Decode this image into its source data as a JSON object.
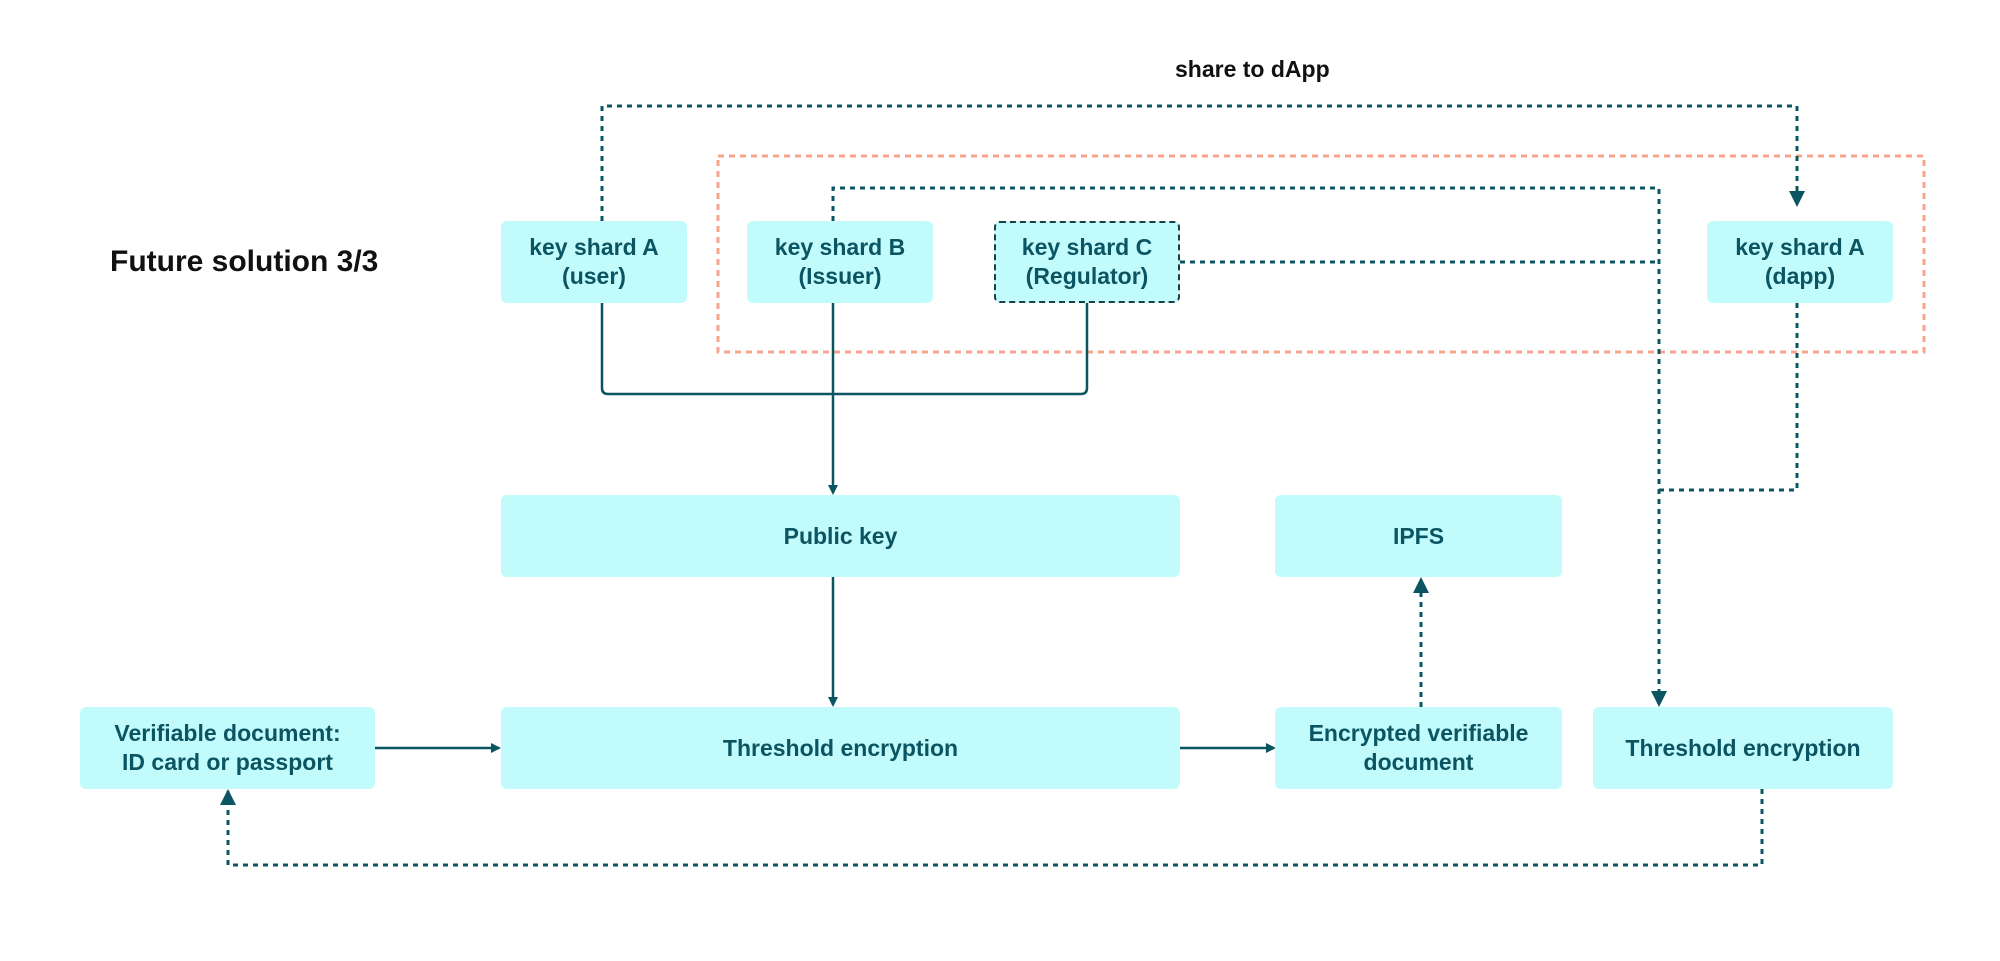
{
  "title": "Future solution 3/3",
  "edge_labels": {
    "share_to_dapp": "share to dApp"
  },
  "colors": {
    "box_fill": "#c2fbfc",
    "box_text": "#0b5563",
    "line": "#0b5563",
    "group_outline": "#f7a58d"
  },
  "nodes": {
    "key_shard_a_user": "key shard A\n(user)",
    "key_shard_b_issuer": "key shard B\n(Issuer)",
    "key_shard_c_regulator": "key shard C\n(Regulator)",
    "key_shard_a_dapp": "key shard A\n(dapp)",
    "public_key": "Public key",
    "ipfs": "IPFS",
    "verifiable_document": "Verifiable document:\nID card or passport",
    "threshold_encryption_main": "Threshold encryption",
    "encrypted_verifiable_document": "Encrypted verifiable\ndocument",
    "threshold_encryption_dapp": "Threshold encryption"
  },
  "edges": [
    {
      "from": "key_shard_a_user",
      "to": "key_shard_a_dapp",
      "style": "dotted",
      "label": "share to dApp"
    },
    {
      "from": "key_shard_a_user",
      "to": "public_key",
      "style": "solid"
    },
    {
      "from": "key_shard_b_issuer",
      "to": "public_key",
      "style": "solid"
    },
    {
      "from": "key_shard_c_regulator",
      "to": "public_key",
      "style": "solid"
    },
    {
      "from": "key_shard_b_issuer",
      "to": "threshold_encryption_dapp",
      "style": "dotted"
    },
    {
      "from": "key_shard_c_regulator",
      "to": "threshold_encryption_dapp",
      "style": "dotted"
    },
    {
      "from": "key_shard_a_dapp",
      "to": "threshold_encryption_dapp",
      "style": "dotted"
    },
    {
      "from": "public_key",
      "to": "threshold_encryption_main",
      "style": "solid"
    },
    {
      "from": "verifiable_document",
      "to": "threshold_encryption_main",
      "style": "solid"
    },
    {
      "from": "threshold_encryption_main",
      "to": "encrypted_verifiable_document",
      "style": "solid"
    },
    {
      "from": "encrypted_verifiable_document",
      "to": "ipfs",
      "style": "dotted"
    },
    {
      "from": "threshold_encryption_dapp",
      "to": "verifiable_document",
      "style": "dotted"
    }
  ]
}
